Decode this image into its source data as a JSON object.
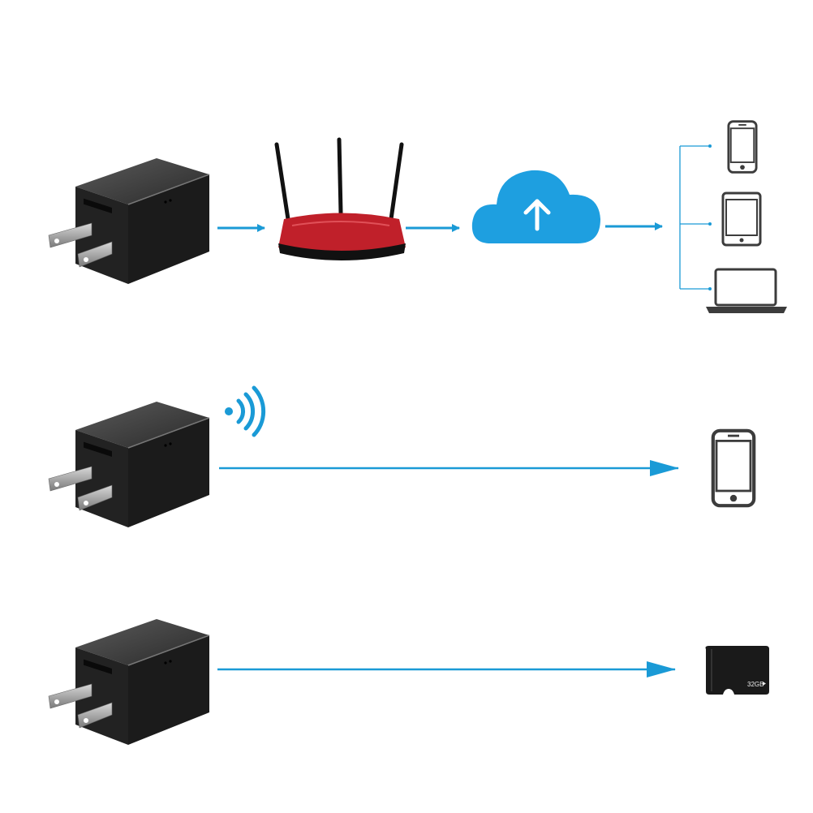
{
  "colors": {
    "arrow": "#1a9ad6",
    "cloud": "#1e9fe0",
    "device_outline": "#3c3c3c",
    "router_red": "#c0202a",
    "charger_body": "#1e1e1e"
  },
  "rows": [
    {
      "source": "charger",
      "path": [
        "router",
        "cloud-upload",
        "devices"
      ],
      "targets": [
        "smartphone",
        "tablet",
        "laptop"
      ]
    },
    {
      "source": "charger",
      "signal": "wifi-icon",
      "targets": [
        "smartphone"
      ]
    },
    {
      "source": "charger",
      "targets": [
        "sd-card"
      ]
    }
  ],
  "sd_card": {
    "capacity_label": "32GB"
  }
}
